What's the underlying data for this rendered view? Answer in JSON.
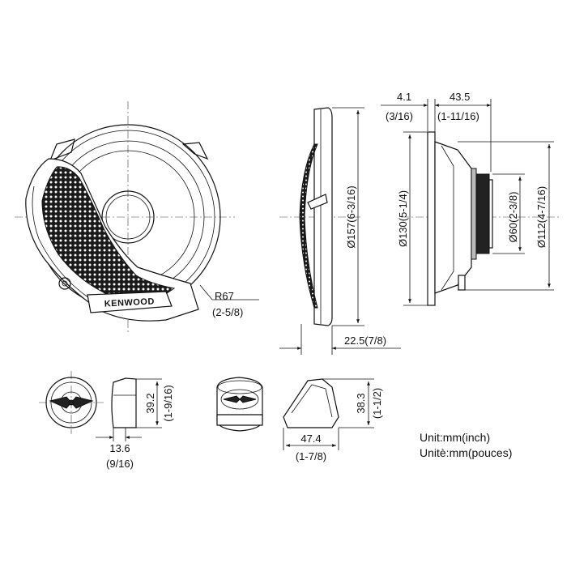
{
  "brand": "KENWOOD",
  "front_view": {
    "radius_mm": "R67",
    "radius_inch": "(2-5/8)"
  },
  "side_view": {
    "outer_diameter": "Ø157(6-3/16)",
    "depth": "22.5(7/8)"
  },
  "profile_view": {
    "flange": "4.1",
    "flange_inch": "(3/16)",
    "mount_depth": "43.5",
    "mount_depth_inch": "(1-11/16)",
    "cutout_diameter": "Ø130(5-1/4)",
    "magnet_diameter": "Ø60(2-3/8)",
    "frame_diameter": "Ø112(4-7/16)"
  },
  "tweeter_flush": {
    "height": "39.2",
    "height_inch": "(1-9/16)",
    "depth": "13.6",
    "depth_inch": "(9/16)"
  },
  "tweeter_angle": {
    "height": "38.3",
    "height_inch": "(1-1/2)",
    "width": "47.4",
    "width_inch": "(1-7/8)"
  },
  "units": {
    "en": "Unit:mm(inch)",
    "fr": "Unitè:mm(pouces)"
  }
}
